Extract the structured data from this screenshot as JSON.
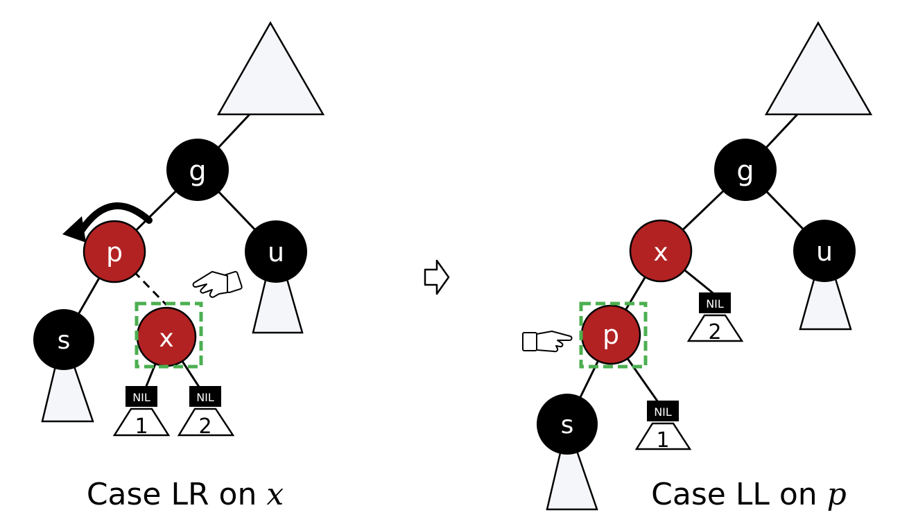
{
  "left": {
    "nodes": {
      "g": "g",
      "p": "p",
      "u": "u",
      "s": "s",
      "x": "x"
    },
    "nil": [
      "NIL",
      "NIL"
    ],
    "subtrees": [
      "1",
      "2"
    ],
    "caption": {
      "text": "Case LR on ",
      "var": "x"
    }
  },
  "right": {
    "nodes": {
      "g": "g",
      "x": "x",
      "u": "u",
      "p": "p",
      "s": "s"
    },
    "nil": [
      "NIL",
      "NIL"
    ],
    "subtrees": [
      "2",
      "1"
    ],
    "caption": {
      "text": "Case LL on ",
      "var": "p"
    }
  },
  "colors": {
    "black_node": "#000000",
    "red_node": "#b22222",
    "subtree_fill": "#f4f6fa",
    "highlight_box": "#4caf50"
  },
  "icons": [
    "rotation-arrow-icon",
    "pointing-hand-icon",
    "right-arrow-icon"
  ]
}
